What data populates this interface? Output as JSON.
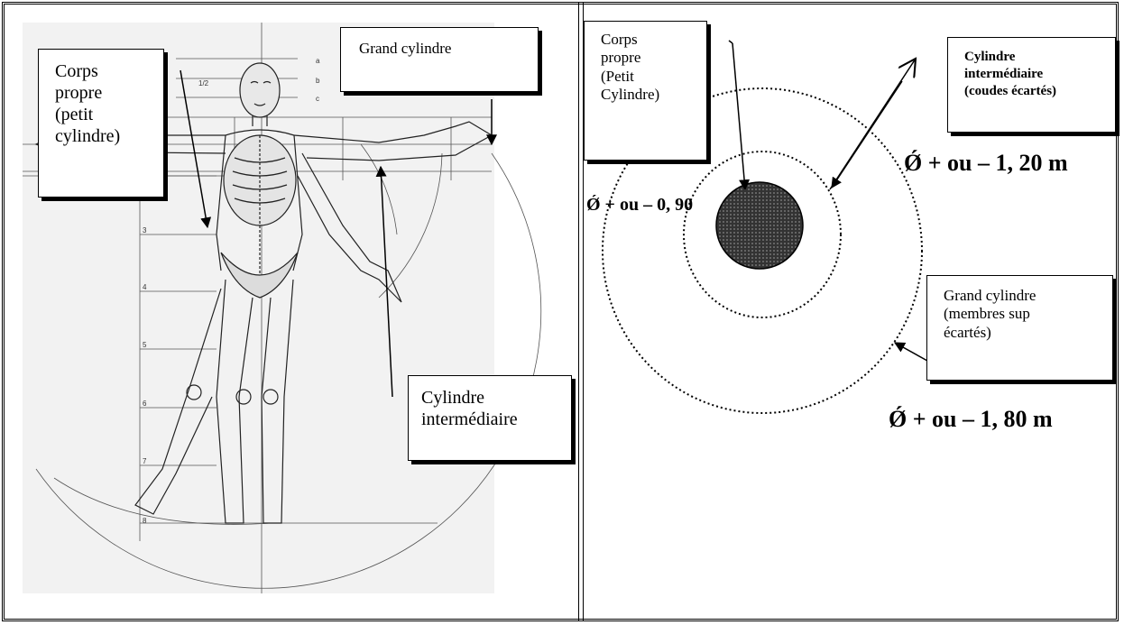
{
  "left_panel": {
    "label_corps": [
      "Corps",
      "propre",
      "(petit",
      "cylindre)"
    ],
    "label_grand": "Grand cylindre",
    "label_inter": [
      "Cylindre",
      "intermédiaire"
    ],
    "ruler_marks": [
      "a",
      "b",
      "c",
      "1/2",
      "3",
      "4",
      "5",
      "6",
      "7",
      "8"
    ]
  },
  "right_panel": {
    "label_corps": [
      "Corps",
      "propre",
      "(Petit",
      "Cylindre)"
    ],
    "label_inter": [
      "Cylindre",
      "intermédiaire",
      "(coudes écartés)"
    ],
    "label_grand": [
      "Grand cylindre",
      "(membres sup",
      "écartés)"
    ],
    "dim_small": "Ǿ + ou – 0, 90",
    "dim_medium": "Ǿ + ou – 1, 20 m",
    "dim_large": "Ǿ + ou – 1, 80 m"
  }
}
